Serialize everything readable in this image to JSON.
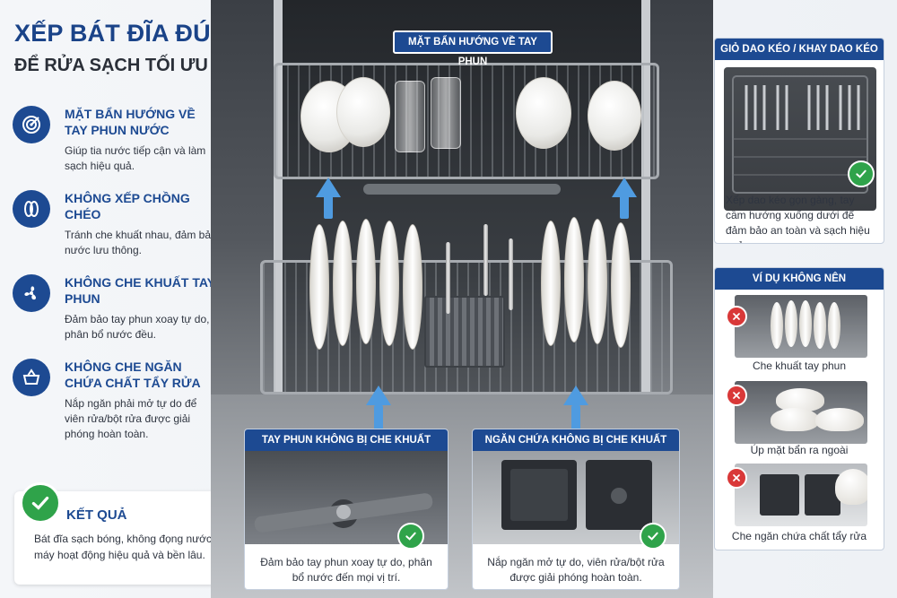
{
  "header": {
    "title": "XẾP BÁT ĐĨA ĐÚNG CÁCH",
    "subtitle": "ĐỂ RỬA SẠCH TỐI ƯU"
  },
  "tips": [
    {
      "icon": "target-icon",
      "title": "MẶT BẨN HƯỚNG VỀ TAY PHUN NƯỚC",
      "text": "Giúp tia nước tiếp cận và làm sạch hiệu quả."
    },
    {
      "icon": "plates-icon",
      "title": "KHÔNG XẾP CHỒNG CHÉO",
      "text": "Tránh che khuất nhau, đảm bảo nước lưu thông."
    },
    {
      "icon": "fan-icon",
      "title": "KHÔNG CHE KHUẤT TAY PHUN",
      "text": "Đảm bảo tay phun xoay tự do, phân bổ nước đều."
    },
    {
      "icon": "basket-icon",
      "title": "KHÔNG CHE NGĂN CHỨA CHẤT TẨY RỬA",
      "text": "Nắp ngăn phải mở tự do để viên rửa/bột rửa được giải phóng hoàn toàn."
    }
  ],
  "result": {
    "title": "KẾT QUẢ",
    "text": "Bát đĩa sạch bóng, không đọng nước, máy hoạt động hiệu quả và bền lâu."
  },
  "photo": {
    "top_tag": "MẶT BẨN HƯỚNG VỀ TAY PHUN"
  },
  "spray_card": {
    "title": "TAY PHUN KHÔNG BỊ CHE KHUẤT",
    "caption": "Đảm bảo tay phun xoay tự do, phân bổ nước đến mọi vị trí."
  },
  "detergent_card": {
    "title": "NGĂN CHỨA KHÔNG BỊ CHE KHUẤT",
    "caption": "Nắp ngăn mở tự do, viên rửa/bột rửa được giải phóng hoàn toàn."
  },
  "cutlery_card": {
    "title": "GIỎ DAO KÉO / KHAY DAO KÉO",
    "caption": "Xếp dao kéo gọn gàng, tay cầm hướng xuống dưới để đảm bảo an toàn và sạch hiệu quả."
  },
  "dont_card": {
    "title": "VÍ DỤ KHÔNG NÊN",
    "examples": [
      {
        "caption": "Che khuất tay phun"
      },
      {
        "caption": "Úp mặt bẩn ra ngoài"
      },
      {
        "caption": "Che ngăn chứa chất tẩy rửa"
      }
    ]
  },
  "colors": {
    "brand_blue": "#1d4a92",
    "ok_green": "#2fa34a",
    "no_red": "#d93838",
    "arrow_blue": "#4f9be0"
  }
}
